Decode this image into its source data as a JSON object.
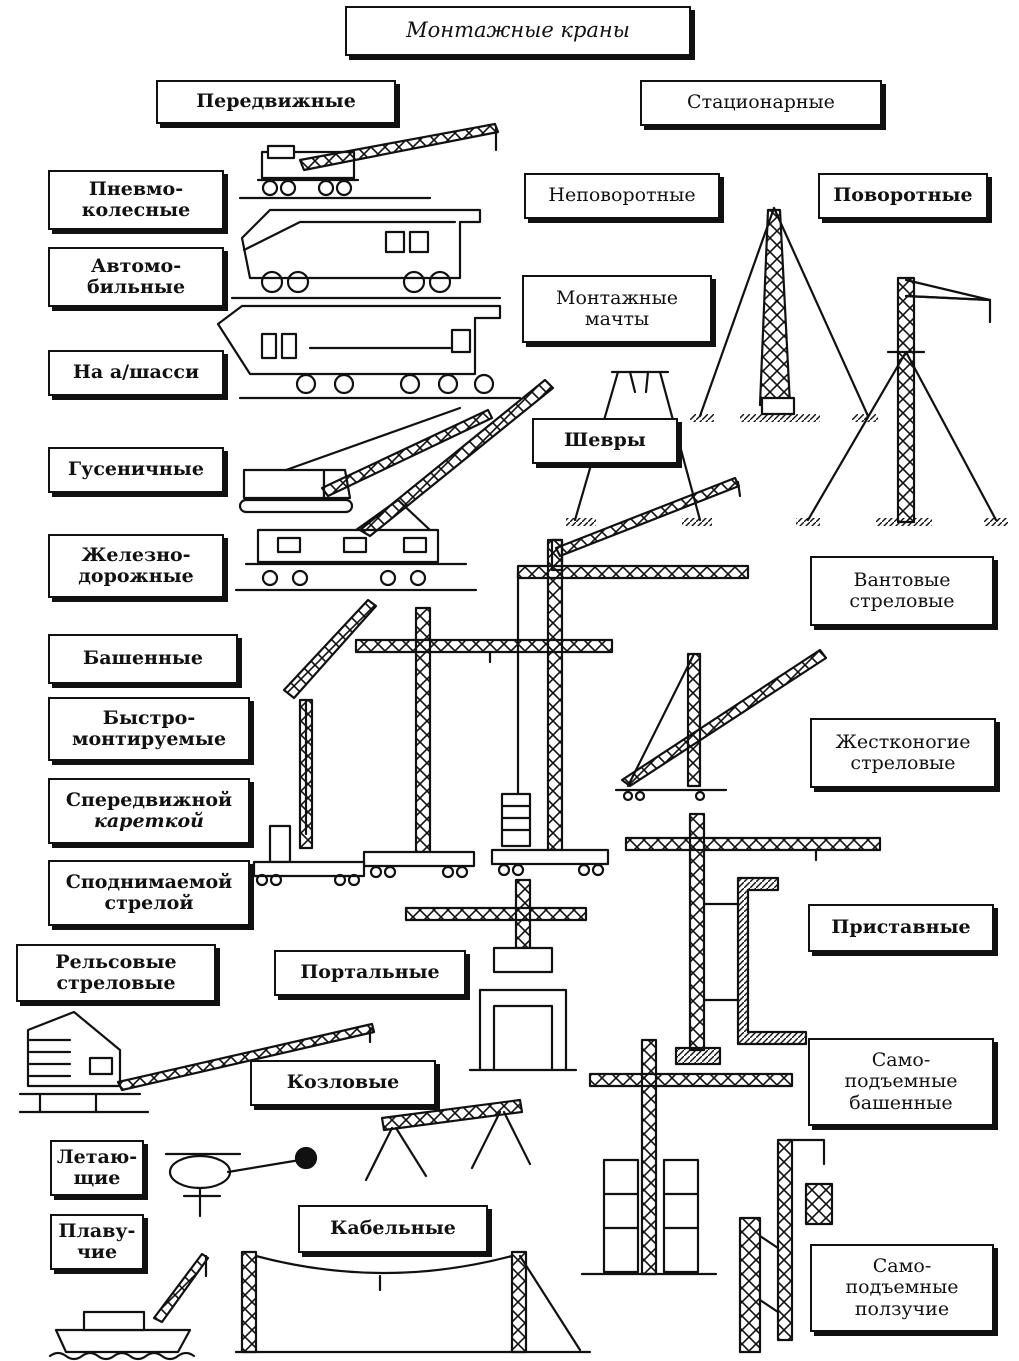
{
  "title": "Монтажные краны",
  "groups": {
    "mobile": "Передвижные",
    "stationary": "Стационарные"
  },
  "mobile_types": {
    "pneumatic": "Пневмо-\nколесные",
    "auto": "Автомо-\nбильные",
    "chassis": "На а/шасси",
    "crawler": "Гусеничные",
    "railway": "Железно-\nдорожные",
    "tower": "Башенные",
    "fast_mount": "Быстро-\nмонтируемые",
    "trolley_line1": "Спередвижной",
    "trolley_line2": "кареткой",
    "raising_boom": "Споднимаемой\nстрелой",
    "rail_boom": "Рельсовые\nстреловые",
    "portal": "Портальные",
    "gantry": "Козловые",
    "flying": "Летаю-\nщие",
    "floating": "Плаву-\nчие",
    "cable": "Кабельные"
  },
  "stationary_types": {
    "non_rotating": "Неповоротные",
    "rotating": "Поворотные",
    "masts": "Монтажные\nмачты",
    "sheers": "Шевры",
    "guyed_boom": "Вантовые\nстреловые",
    "rigid_leg": "Жестконогие\nстреловые",
    "attached": "Приставные",
    "self_lift_tower": "Само-\nподъемные\nбашенные",
    "self_lift_climbing": "Само-\nподъемные\nползучие"
  }
}
